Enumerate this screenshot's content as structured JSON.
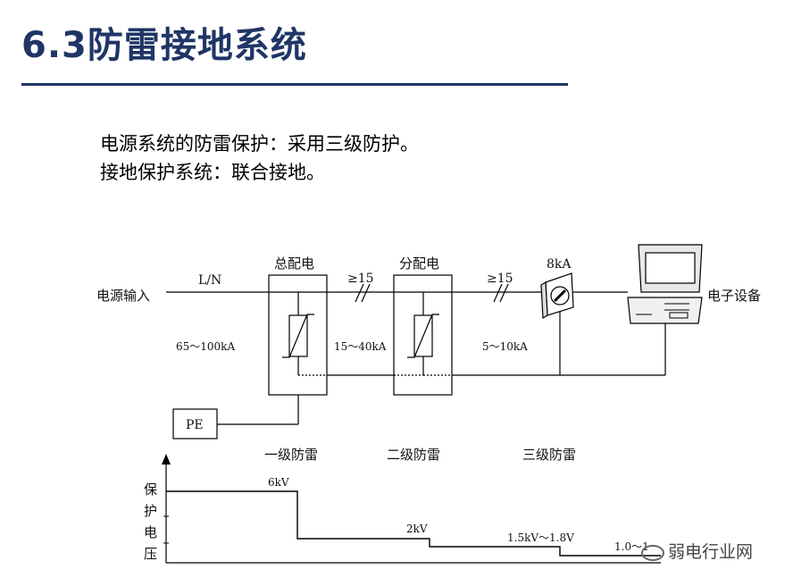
{
  "slide": {
    "title": "6.3防雷接地系统",
    "line1": "电源系统的防雷保护：采用三级防护。",
    "line2": "接地保护系统：联合接地。"
  },
  "diagram": {
    "power_input": "电源输入",
    "ln": "L/N",
    "main_panel": "总配电",
    "sub_panel": "分配电",
    "dist1": "≥15",
    "dist2": "≥15",
    "surge_8ka": "8kA",
    "equipment": "电子设备",
    "current1": "65～100kA",
    "current2": "15～40kA",
    "current3": "5～10kA",
    "pe": "PE",
    "level1": "一级防雷",
    "level2": "二级防雷",
    "level3": "三级防雷",
    "y_axis": [
      "保",
      "护",
      "电",
      "压"
    ],
    "v1": "6kV",
    "v2": "2kV",
    "v3": "1.5kV～1.8V",
    "v4": "1.0～1"
  },
  "watermark": "弱电行业网"
}
